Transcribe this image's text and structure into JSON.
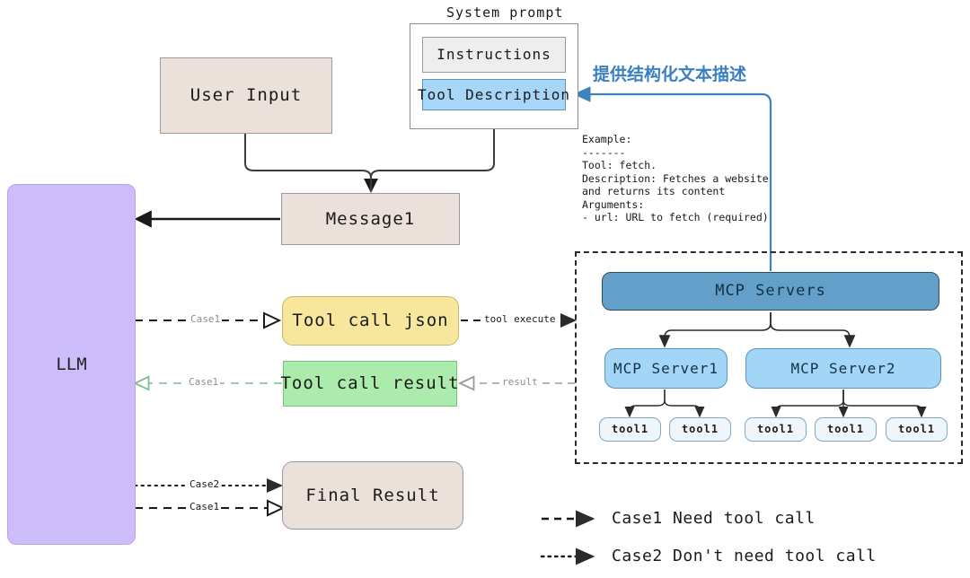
{
  "diagram": {
    "title_note_cn": "提供结构化文本描述",
    "accent_blue": "#3a7fc1",
    "nodes": {
      "user_input": "User Input",
      "system_prompt_title": "System prompt",
      "instructions": "Instructions",
      "tool_description": "Tool Description",
      "message1": "Message1",
      "llm": "LLM",
      "tool_call_json": "Tool call json",
      "tool_call_result": "Tool call result",
      "final_result": "Final Result",
      "mcp_servers": "MCP Servers",
      "mcp_server1": "MCP Server1",
      "mcp_server2": "MCP Server2",
      "tools": [
        "tool1",
        "tool1",
        "tool1",
        "tool1",
        "tool1"
      ]
    },
    "example_text": "Example:\n-------\nTool: fetch.\nDescription: Fetches a website\nand returns its content\nArguments:\n- url: URL to fetch (required)",
    "edge_labels": {
      "case1_toolcall": "Case1",
      "case1_result": "Case1",
      "case1_final": "Case1",
      "case2_final": "Case2",
      "tool_execute": "tool execute",
      "result": "result"
    },
    "legend": [
      {
        "style": "dashed",
        "text": "Case1 Need tool call"
      },
      {
        "style": "dotted",
        "text": "Case2 Don't need tool call"
      }
    ],
    "colors": {
      "beige": "#ece0da",
      "llm_purple": "#cdbdfa",
      "yellow": "#f6e79d",
      "green": "#abebab",
      "mcp_header_blue": "#62a0c9",
      "mcp_server_blue": "#a3d5f7",
      "tool_chip": "#eef6fb",
      "tool_description_blue": "#a7d6f8",
      "instructions_gray": "#eeeeee"
    }
  }
}
